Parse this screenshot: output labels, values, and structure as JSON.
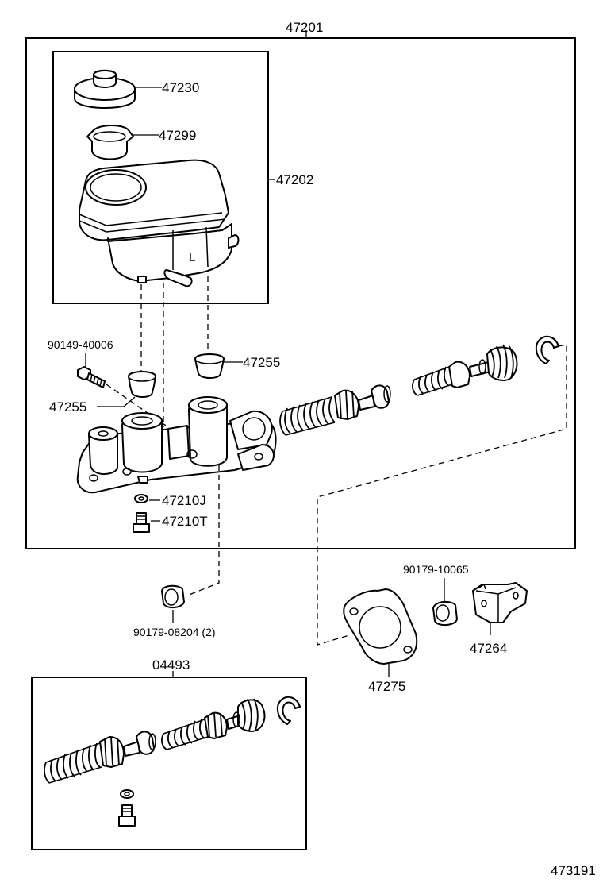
{
  "labels": {
    "assembly_main": "47201",
    "reservoir_cap": "47230",
    "strainer": "47299",
    "reservoir_sub_assy": "47202",
    "bolt": "90149-40006",
    "grommet_right": "47255",
    "grommet_left": "47255",
    "gasket_j": "47210J",
    "plug_t": "47210T",
    "nut": "90179-10065",
    "union_nut": "90179-08204 (2)",
    "bracket": "47264",
    "boot_gasket": "47275",
    "repair_kit": "04493",
    "figure_number": "473191"
  }
}
